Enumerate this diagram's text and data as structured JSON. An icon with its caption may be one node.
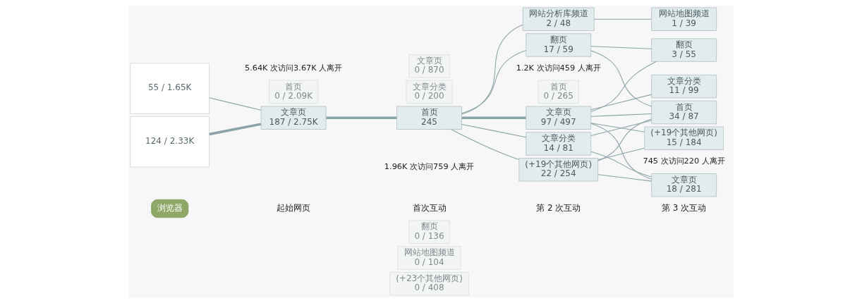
{
  "diagram": {
    "nodes": [
      {
        "text": [
          "124 / 2.33K"
        ]
      },
      {
        "text": [
          "55 / 1.65K"
        ]
      },
      {
        "text": [
          "文章页",
          "187 / 2.75K"
        ]
      },
      {
        "text": [
          "首页",
          "0 / 2.09K"
        ]
      },
      {
        "text": [
          "文章页",
          "0 / 870"
        ]
      },
      {
        "text": [
          "首页",
          "245"
        ]
      },
      {
        "text": [
          "文章分类",
          "0 / 200"
        ]
      },
      {
        "text": [
          "翻页",
          "0 / 136"
        ]
      },
      {
        "text": [
          "网站地图频道",
          "0 / 104"
        ]
      },
      {
        "text": [
          "(+23个其他网页)",
          "0 / 408"
        ]
      },
      {
        "text": [
          "文章页",
          "97 / 497"
        ]
      },
      {
        "text": [
          "首页",
          "0 / 265"
        ]
      },
      {
        "text": [
          "文章分类",
          "14 / 81"
        ]
      },
      {
        "text": [
          "翻页",
          "17 / 59"
        ]
      },
      {
        "text": [
          "网站分析库频道",
          "2 / 48"
        ]
      },
      {
        "text": [
          "(+19个其他网页)",
          "22 / 254"
        ]
      },
      {
        "text": [
          "文章页",
          "18 / 281"
        ]
      },
      {
        "text": [
          "文章分类",
          "11 / 99"
        ]
      },
      {
        "text": [
          "首页",
          "34 / 87"
        ]
      },
      {
        "text": [
          "翻页",
          "3 / 55"
        ]
      },
      {
        "text": [
          "网站地图频道",
          "1 / 39"
        ]
      },
      {
        "text": [
          "(+19个其他网页)",
          "15 / 184"
        ]
      }
    ],
    "edges": [
      {
        "from": 0,
        "to": 2,
        "arrow": "none",
        "style": "thick"
      },
      {
        "from": 1,
        "to": 2,
        "arrow": "none"
      },
      {
        "from": 2,
        "to": 5,
        "arrow": "none",
        "style": "thick"
      },
      {
        "from": 5,
        "to": 10,
        "arrow": "none",
        "style": "thick"
      },
      {
        "from": 5,
        "to": 12,
        "arrow": "none"
      },
      {
        "from": 5,
        "to": 13,
        "arrow": "none"
      },
      {
        "from": 5,
        "to": 14,
        "arrow": "none"
      },
      {
        "from": 5,
        "to": 15,
        "arrow": "none"
      },
      {
        "from": 10,
        "to": 16,
        "arrow": "none"
      },
      {
        "from": 10,
        "to": 17,
        "arrow": "none"
      },
      {
        "from": 10,
        "to": 18,
        "arrow": "none"
      },
      {
        "from": 10,
        "to": 19,
        "arrow": "none"
      },
      {
        "from": 10,
        "to": 21,
        "arrow": "none"
      },
      {
        "from": 12,
        "to": 16,
        "arrow": "none"
      },
      {
        "from": 12,
        "to": 18,
        "arrow": "none"
      },
      {
        "from": 13,
        "to": 18,
        "arrow": "none"
      },
      {
        "from": 13,
        "to": 19,
        "arrow": "none"
      },
      {
        "from": 14,
        "to": 20,
        "arrow": "none"
      },
      {
        "from": 15,
        "to": 16,
        "arrow": "none"
      },
      {
        "from": 15,
        "to": 18,
        "arrow": "none"
      },
      {
        "from": 15,
        "to": 21,
        "arrow": "none"
      }
    ],
    "labels": [
      "浏览器",
      "起始网页",
      "5.64K 次访问3.67K 人离开",
      "首次互动",
      "1.96K 次访问759 人离开",
      "第 2 次互动",
      "1.2K 次访问459 人离开",
      "第 3 次互动",
      "745 次访问220 人离开"
    ]
  }
}
